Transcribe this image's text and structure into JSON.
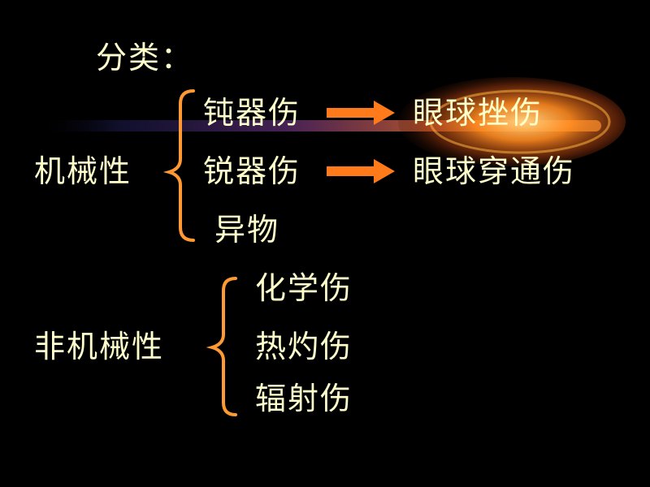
{
  "slide": {
    "heading": "分类：",
    "mechanical": {
      "label": "机械性",
      "items": [
        {
          "cause": "钝器伤",
          "result": "眼球挫伤"
        },
        {
          "cause": "锐器伤",
          "result": "眼球穿通伤"
        },
        {
          "cause": "异物"
        }
      ]
    },
    "non_mechanical": {
      "label": "非机械性",
      "items": [
        "化学伤",
        "热灼伤",
        "辐射伤"
      ]
    }
  },
  "colors": {
    "text": "#ffffcc",
    "bracket": "#ff9933",
    "arrow": "#ff7a1a",
    "glow": "#ff8a20",
    "background": "#000000"
  }
}
